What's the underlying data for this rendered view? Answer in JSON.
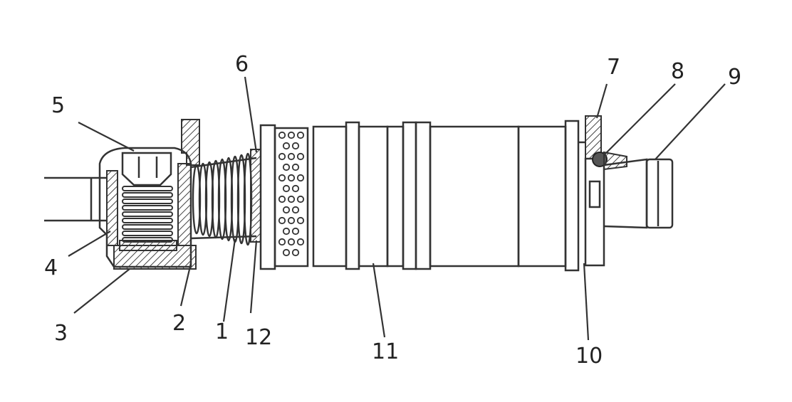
{
  "labels": {
    "n1": "1",
    "n2": "2",
    "n3": "3",
    "n4": "4",
    "n5": "5",
    "n6": "6",
    "n7": "7",
    "n8": "8",
    "n9": "9",
    "n10": "10",
    "n11": "11",
    "n12": "12"
  },
  "colors": {
    "ink": "#333333",
    "paper": "#ffffff",
    "dot": "#999999"
  }
}
